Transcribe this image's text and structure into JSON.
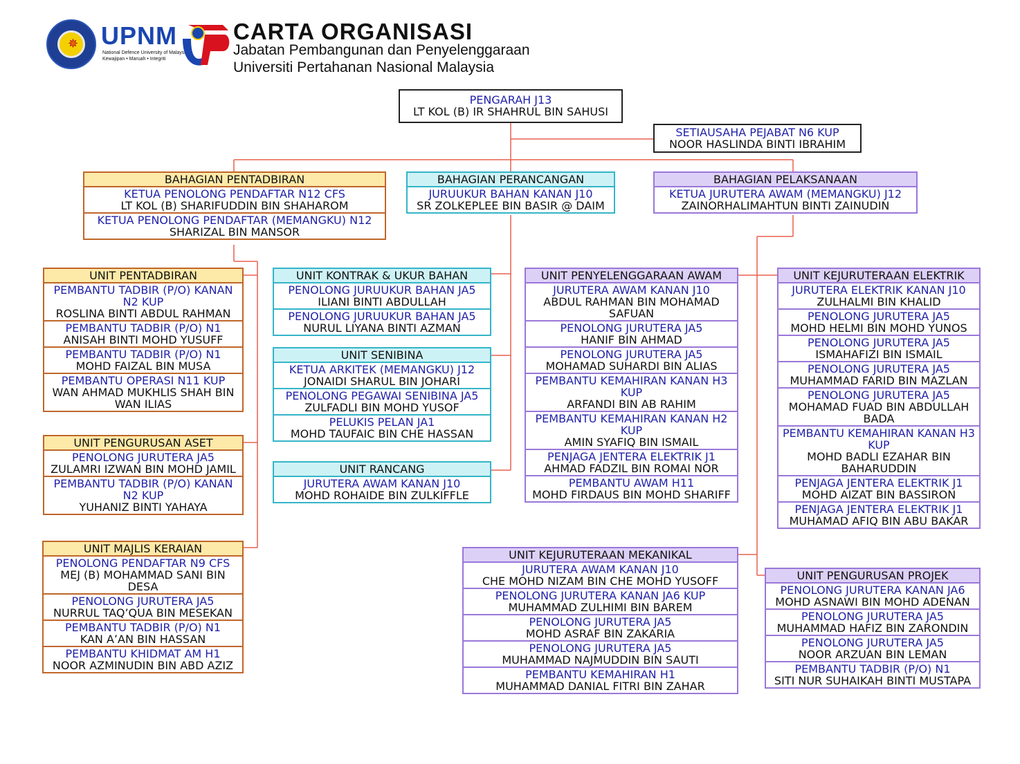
{
  "header": {
    "title": "CARTA ORGANISASI",
    "subtitle1": "Jabatan Pembangunan dan Penyelenggaraan",
    "subtitle2": "Universiti Pertahanan Nasional Malaysia",
    "logo_text": "UPNM",
    "logo_sub1": "National Defence University of Malaysia",
    "logo_sub2": "Kewajipan • Maruah • Integriti"
  },
  "colors": {
    "pentadbiran": "#c0662a",
    "perancangan": "#33b5c8",
    "pelaksanaan": "#9a77d9",
    "connector": "#e8614f",
    "title_text": "#2222aa"
  },
  "pengarah": {
    "title": "PENGARAH J13",
    "name": "LT KOL (B) IR SHAHRUL BIN SAHUSI"
  },
  "setiausaha": {
    "title": "SETIAUSAHA PEJABAT N6 KUP",
    "name": "NOOR HASLINDA BINTI IBRAHIM"
  },
  "bahagian_pentadbiran": {
    "header": "BAHAGIAN PENTADBIRAN",
    "staff": [
      {
        "title": "KETUA PENOLONG PENDAFTAR N12 CFS",
        "name": "LT KOL (B) SHARIFUDDIN BIN SHAHAROM"
      },
      {
        "title": "KETUA PENOLONG PENDAFTAR (MEMANGKU) N12",
        "name": "SHARIZAL BIN MANSOR"
      }
    ]
  },
  "bahagian_perancangan": {
    "header": "BAHAGIAN PERANCANGAN",
    "staff": [
      {
        "title": "JURUUKUR BAHAN KANAN J10",
        "name": "SR ZOLKEPLEE BIN BASIR @ DAIM"
      }
    ]
  },
  "bahagian_pelaksanaan": {
    "header": "BAHAGIAN PELAKSANAAN",
    "staff": [
      {
        "title": "KETUA JURUTERA AWAM (MEMANGKU) J12",
        "name": "ZAINORHALIMAHTUN BINTI ZAINUDIN"
      }
    ]
  },
  "unit_pentadbiran": {
    "header": "UNIT PENTADBIRAN",
    "staff": [
      {
        "title": "PEMBANTU TADBIR (P/O) KANAN N2 KUP",
        "name": "ROSLINA BINTI ABDUL RAHMAN"
      },
      {
        "title": "PEMBANTU TADBIR (P/O) N1",
        "name": "ANISAH BINTI MOHD YUSUFF"
      },
      {
        "title": "PEMBANTU TADBIR (P/O) N1",
        "name": "MOHD FAIZAL BIN MUSA"
      },
      {
        "title": "PEMBANTU OPERASI N11 KUP",
        "name": "WAN AHMAD MUKHLIS SHAH BIN WAN ILIAS"
      }
    ]
  },
  "unit_pengurusan_aset": {
    "header": "UNIT PENGURUSAN ASET",
    "staff": [
      {
        "title": "PENOLONG JURUTERA JA5",
        "name": "ZULAMRI IZWAN BIN MOHD JAMIL"
      },
      {
        "title": "PEMBANTU TADBIR (P/O) KANAN N2 KUP",
        "name": "YUHANIZ BINTI YAHAYA"
      }
    ]
  },
  "unit_majlis_keraian": {
    "header": "UNIT MAJLIS KERAIAN",
    "staff": [
      {
        "title": "PENOLONG PENDAFTAR N9 CFS",
        "name": "MEJ (B) MOHAMMAD SANI BIN DESA"
      },
      {
        "title": "PENOLONG JURUTERA JA5",
        "name": "NURRUL TAQ’QUA BIN MESEKAN"
      },
      {
        "title": "PEMBANTU TADBIR (P/O) N1",
        "name": "KAN A’AN BIN HASSAN"
      },
      {
        "title": "PEMBANTU KHIDMAT AM H1",
        "name": "NOOR AZMINUDIN BIN ABD AZIZ"
      }
    ]
  },
  "unit_kontrak": {
    "header": "UNIT KONTRAK & UKUR BAHAN",
    "staff": [
      {
        "title": "PENOLONG JURUUKUR BAHAN JA5",
        "name": "ILIANI BINTI ABDULLAH"
      },
      {
        "title": "PENOLONG JURUUKUR BAHAN JA5",
        "name": "NURUL LIYANA BINTI AZMAN"
      }
    ]
  },
  "unit_senibina": {
    "header": "UNIT SENIBINA",
    "staff": [
      {
        "title": "KETUA ARKITEK (MEMANGKU) J12",
        "name": "JONAIDI SHARUL BIN JOHARI"
      },
      {
        "title": "PENOLONG PEGAWAI SENIBINA JA5",
        "name": "ZULFADLI BIN MOHD YUSOF"
      },
      {
        "title": "PELUKIS PELAN JA1",
        "name": "MOHD TAUFAIC BIN CHE HASSAN"
      }
    ]
  },
  "unit_rancang": {
    "header": "UNIT RANCANG",
    "staff": [
      {
        "title": "JURUTERA AWAM KANAN J10",
        "name": "MOHD ROHAIDE BIN ZULKIFFLE"
      }
    ]
  },
  "unit_penyelenggaraan_awam": {
    "header": "UNIT PENYELENGGARAAN AWAM",
    "staff": [
      {
        "title": "JURUTERA AWAM KANAN J10",
        "name": "ABDUL RAHMAN BIN MOHAMAD SAFUAN"
      },
      {
        "title": "PENOLONG JURUTERA JA5",
        "name": "HANIF BIN AHMAD"
      },
      {
        "title": "PENOLONG JURUTERA JA5",
        "name": "MOHAMAD SUHARDI BIN ALIAS"
      },
      {
        "title": "PEMBANTU KEMAHIRAN KANAN H3 KUP",
        "name": "ARFANDI BIN AB RAHIM"
      },
      {
        "title": "PEMBANTU KEMAHIRAN KANAN H2 KUP",
        "name": "AMIN SYAFIQ BIN ISMAIL"
      },
      {
        "title": "PENJAGA JENTERA ELEKTRIK J1",
        "name": "AHMAD FADZIL BIN ROMAI NOR"
      },
      {
        "title": "PEMBANTU AWAM H11",
        "name": "MOHD FIRDAUS BIN MOHD SHARIFF"
      }
    ]
  },
  "unit_kejuruteraan_mekanikal": {
    "header": "UNIT KEJURUTERAAN MEKANIKAL",
    "staff": [
      {
        "title": "JURUTERA AWAM KANAN J10",
        "name": "CHE MOHD NIZAM BIN CHE MOHD YUSOFF"
      },
      {
        "title": "PENOLONG JURUTERA KANAN JA6 KUP",
        "name": "MUHAMMAD ZULHIMI BIN BAREM"
      },
      {
        "title": "PENOLONG JURUTERA JA5",
        "name": "MOHD ASRAF BIN ZAKARIA"
      },
      {
        "title": "PENOLONG JURUTERA JA5",
        "name": "MUHAMMAD NAJMUDDIN BIN SAUTI"
      },
      {
        "title": "PEMBANTU KEMAHIRAN H1",
        "name": "MUHAMMAD DANIAL FITRI BIN ZAHAR"
      }
    ]
  },
  "unit_kejuruteraan_elektrik": {
    "header": "UNIT KEJURUTERAAN ELEKTRIK",
    "staff": [
      {
        "title": "JURUTERA ELEKTRIK KANAN J10",
        "name": "ZULHALMI BIN KHALID"
      },
      {
        "title": "PENOLONG JURUTERA JA5",
        "name": "MOHD HELMI BIN MOHD YUNOS"
      },
      {
        "title": "PENOLONG JURUTERA JA5",
        "name": "ISMAHAFIZI BIN ISMAIL"
      },
      {
        "title": "PENOLONG JURUTERA JA5",
        "name": "MUHAMMAD FARID BIN MAZLAN"
      },
      {
        "title": "PENOLONG JURUTERA JA5",
        "name": "MOHAMAD FUAD BIN ABDULLAH BADA"
      },
      {
        "title": "PEMBANTU KEMAHIRAN KANAN H3 KUP",
        "name": "MOHD BADLI EZAHAR BIN BAHARUDDIN"
      },
      {
        "title": "PENJAGA JENTERA ELEKTRIK J1",
        "name": "MOHD AIZAT BIN BASSIRON"
      },
      {
        "title": "PENJAGA JENTERA ELEKTRIK J1",
        "name": "MUHAMAD AFIQ BIN ABU BAKAR"
      }
    ]
  },
  "unit_pengurusan_projek": {
    "header": "UNIT PENGURUSAN PROJEK",
    "staff": [
      {
        "title": "PENOLONG JURUTERA KANAN JA6",
        "name": "MOHD ASNAWI BIN MOHD ADENAN"
      },
      {
        "title": "PENOLONG JURUTERA JA5",
        "name": "MUHAMMAD HAFIZ BIN ZARONDIN"
      },
      {
        "title": "PENOLONG JURUTERA JA5",
        "name": "NOOR ARZUAN BIN LEMAN"
      },
      {
        "title": "PEMBANTU TADBIR (P/O) N1",
        "name": "SITI NUR SUHAIKAH BINTI MUSTAPA"
      }
    ]
  }
}
